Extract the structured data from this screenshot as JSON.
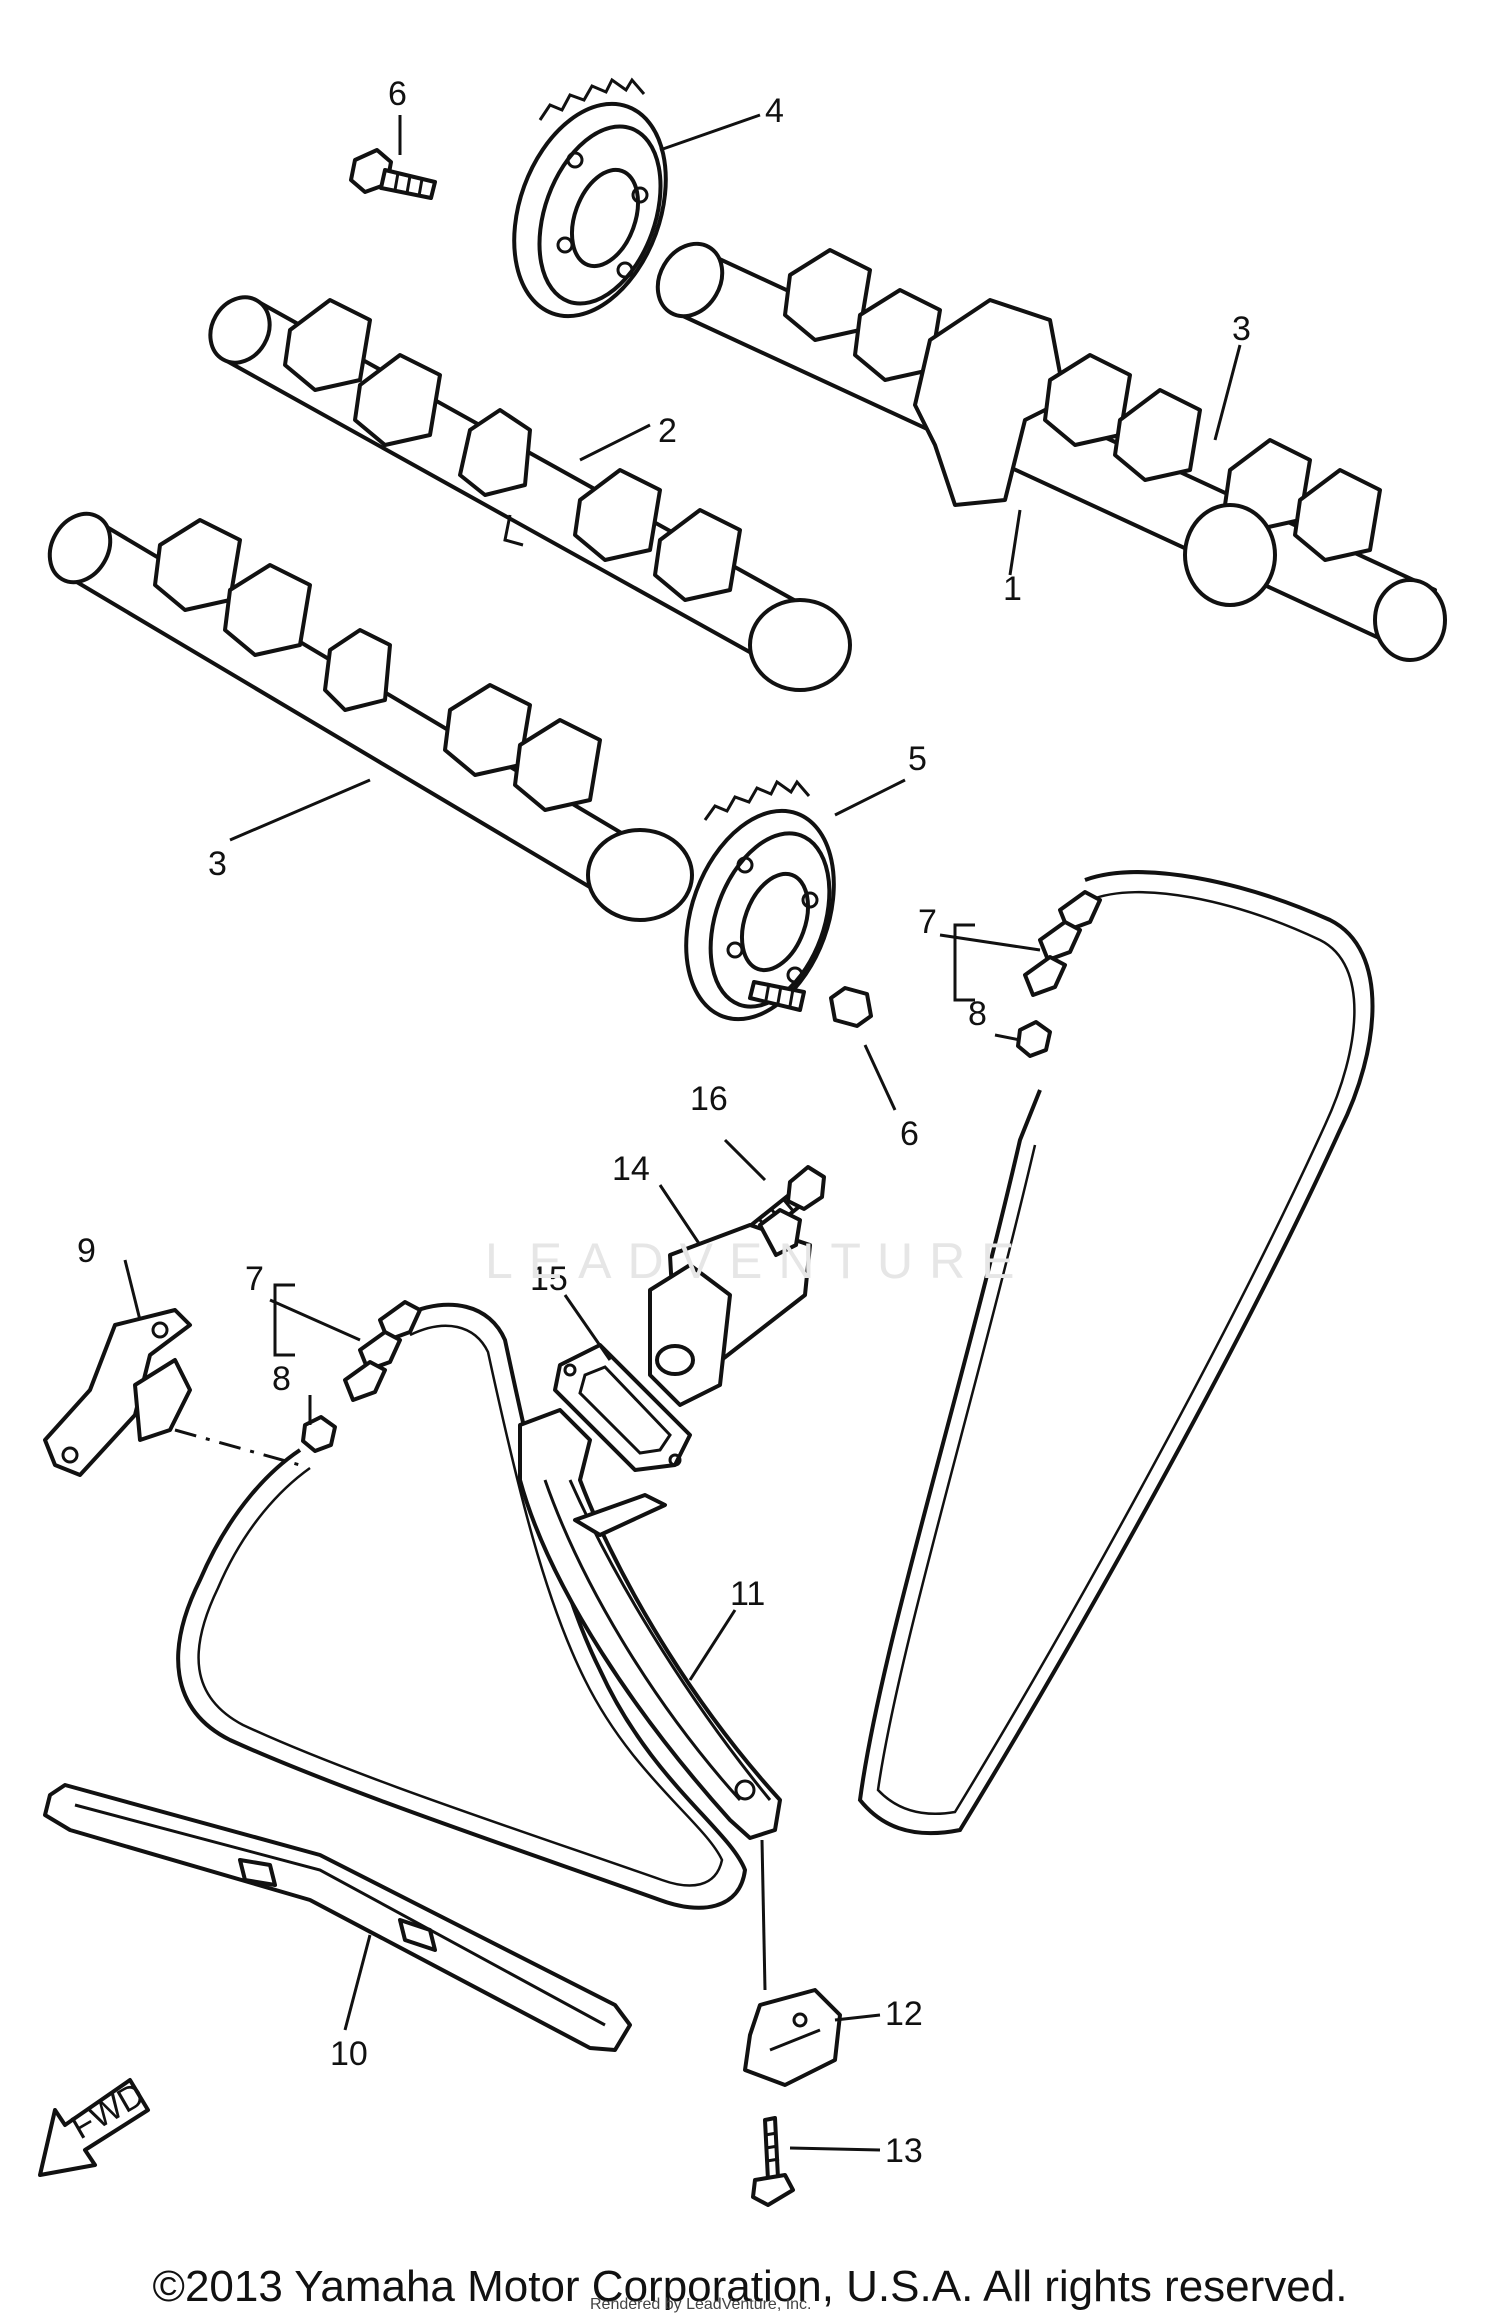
{
  "callouts": {
    "c1": "1",
    "c2": "2",
    "c3a": "3",
    "c3b": "3",
    "c4": "4",
    "c5": "5",
    "c6a": "6",
    "c6b": "6",
    "c7a": "7",
    "c7b": "7",
    "c8a": "8",
    "c8b": "8",
    "c9": "9",
    "c10": "10",
    "c11": "11",
    "c12": "12",
    "c13": "13",
    "c14": "14",
    "c15": "15",
    "c16": "16"
  },
  "fwd_label": "FWD",
  "watermark": "LEADVENTURE",
  "render_note": "Rendered by LeadVenture, Inc.",
  "copyright": "©2013 Yamaha Motor Corporation, U.S.A. All rights reserved."
}
